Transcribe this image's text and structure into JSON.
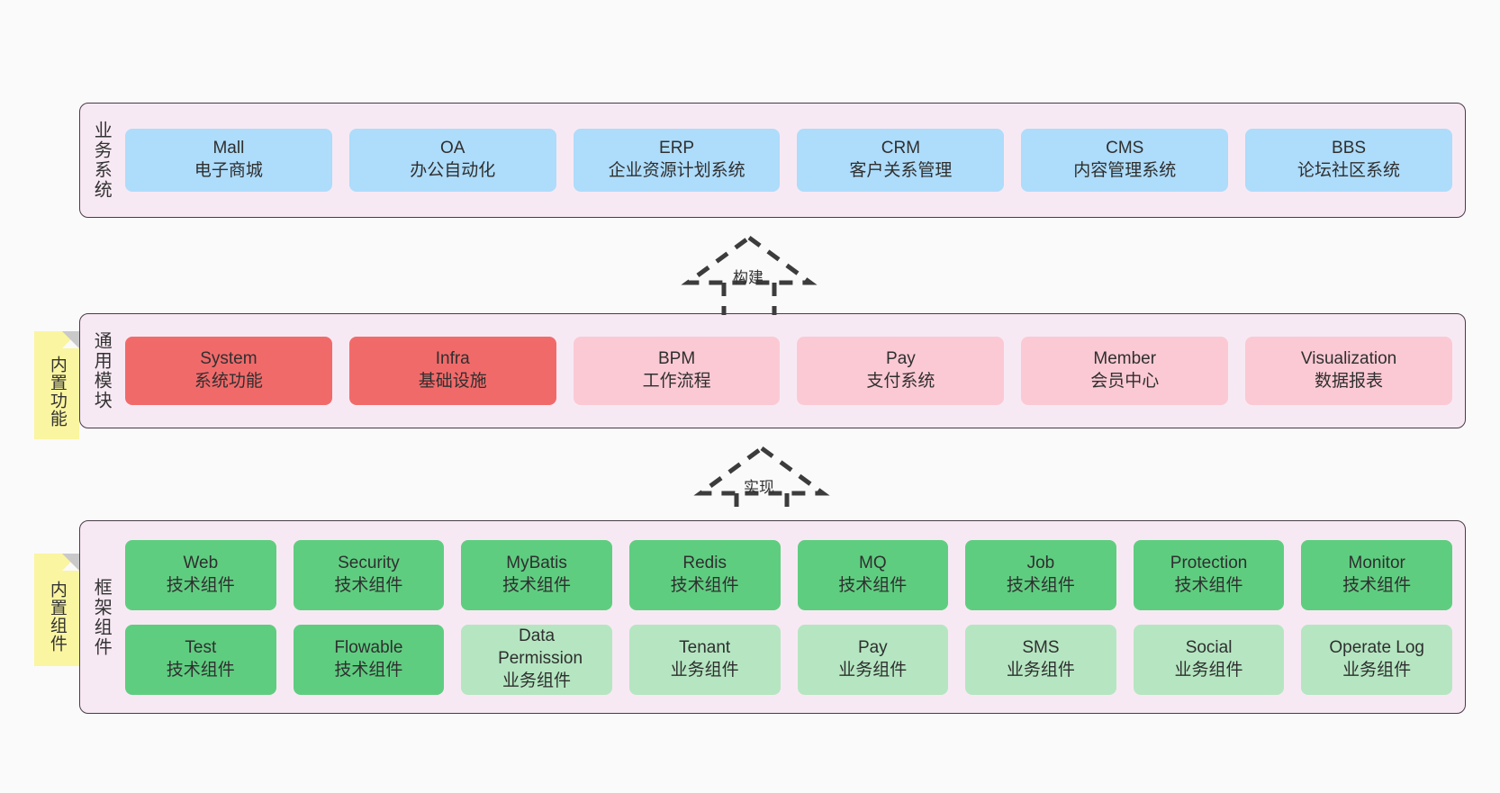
{
  "diagram": {
    "background_color": "#fafafa",
    "panel_color": "#f7e9f3",
    "panel_border_color": "#4a3a46",
    "sticky_color": "#faf5a0",
    "sticky_fold_color": "#c9c9c9"
  },
  "layers": [
    {
      "id": "business-system",
      "title": "业务系统",
      "sticky": null,
      "rows": [
        {
          "nodes": [
            {
              "title": "Mall",
              "sub": "电子商城",
              "color": "#aedcfb",
              "style": "blue"
            },
            {
              "title": "OA",
              "sub": "办公自动化",
              "color": "#aedcfb",
              "style": "blue"
            },
            {
              "title": "ERP",
              "sub": "企业资源计划系统",
              "color": "#aedcfb",
              "style": "blue"
            },
            {
              "title": "CRM",
              "sub": "客户关系管理",
              "color": "#aedcfb",
              "style": "blue"
            },
            {
              "title": "CMS",
              "sub": "内容管理系统",
              "color": "#aedcfb",
              "style": "blue"
            },
            {
              "title": "BBS",
              "sub": "论坛社区系统",
              "color": "#aedcfb",
              "style": "blue"
            }
          ]
        }
      ]
    },
    {
      "id": "common-module",
      "title": "通用模块",
      "sticky": "内置功能",
      "rows": [
        {
          "nodes": [
            {
              "title": "System",
              "sub": "系统功能",
              "color": "#f16a6a",
              "style": "red"
            },
            {
              "title": "Infra",
              "sub": "基础设施",
              "color": "#f16a6a",
              "style": "red"
            },
            {
              "title": "BPM",
              "sub": "工作流程",
              "color": "#fbc9d4",
              "style": "pink"
            },
            {
              "title": "Pay",
              "sub": "支付系统",
              "color": "#fbc9d4",
              "style": "pink"
            },
            {
              "title": "Member",
              "sub": "会员中心",
              "color": "#fbc9d4",
              "style": "pink"
            },
            {
              "title": "Visualization",
              "sub": "数据报表",
              "color": "#fbc9d4",
              "style": "pink"
            }
          ]
        }
      ]
    },
    {
      "id": "framework-component",
      "title": "框架组件",
      "sticky": "内置组件",
      "rows": [
        {
          "nodes": [
            {
              "title": "Web",
              "sub": "技术组件",
              "color": "#5fcd80",
              "style": "green"
            },
            {
              "title": "Security",
              "sub": "技术组件",
              "color": "#5fcd80",
              "style": "green"
            },
            {
              "title": "MyBatis",
              "sub": "技术组件",
              "color": "#5fcd80",
              "style": "green"
            },
            {
              "title": "Redis",
              "sub": "技术组件",
              "color": "#5fcd80",
              "style": "green"
            },
            {
              "title": "MQ",
              "sub": "技术组件",
              "color": "#5fcd80",
              "style": "green"
            },
            {
              "title": "Job",
              "sub": "技术组件",
              "color": "#5fcd80",
              "style": "green"
            },
            {
              "title": "Protection",
              "sub": "技术组件",
              "color": "#5fcd80",
              "style": "green"
            },
            {
              "title": "Monitor",
              "sub": "技术组件",
              "color": "#5fcd80",
              "style": "green"
            }
          ]
        },
        {
          "nodes": [
            {
              "title": "Test",
              "sub": "技术组件",
              "color": "#5fcd80",
              "style": "green"
            },
            {
              "title": "Flowable",
              "sub": "技术组件",
              "color": "#5fcd80",
              "style": "green"
            },
            {
              "title": "Data Permission",
              "sub": "业务组件",
              "color": "#b5e6c1",
              "style": "lightgreen"
            },
            {
              "title": "Tenant",
              "sub": "业务组件",
              "color": "#b5e6c1",
              "style": "lightgreen"
            },
            {
              "title": "Pay",
              "sub": "业务组件",
              "color": "#b5e6c1",
              "style": "lightgreen"
            },
            {
              "title": "SMS",
              "sub": "业务组件",
              "color": "#b5e6c1",
              "style": "lightgreen"
            },
            {
              "title": "Social",
              "sub": "业务组件",
              "color": "#b5e6c1",
              "style": "lightgreen"
            },
            {
              "title": "Operate Log",
              "sub": "业务组件",
              "color": "#b5e6c1",
              "style": "lightgreen"
            }
          ]
        }
      ]
    }
  ],
  "connectors": [
    {
      "id": "build",
      "label": "构建",
      "from": "common-module",
      "to": "business-system",
      "style": "dashed-generalization"
    },
    {
      "id": "implement",
      "label": "实现",
      "from": "framework-component",
      "to": "common-module",
      "style": "dashed-generalization"
    }
  ]
}
